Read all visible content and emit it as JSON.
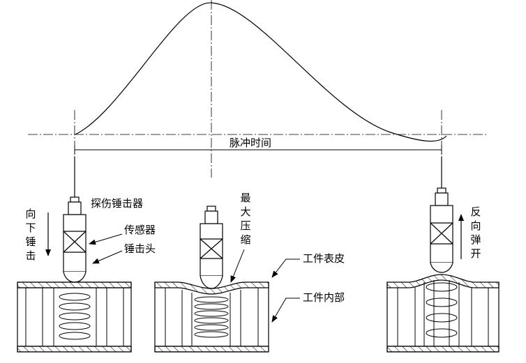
{
  "labels": {
    "pulse_time": "脉冲时间",
    "probe_hammer": "探伤锤击器",
    "sensor": "传感器",
    "hammer_head": "锤击头",
    "workpiece_skin": "工件表皮",
    "workpiece_interior": "工件内部",
    "downward_strike": "向下锤击",
    "max_compression": "最大压缩",
    "rebound": "反向弹开"
  },
  "colors": {
    "line": "#000000",
    "background": "#ffffff"
  }
}
